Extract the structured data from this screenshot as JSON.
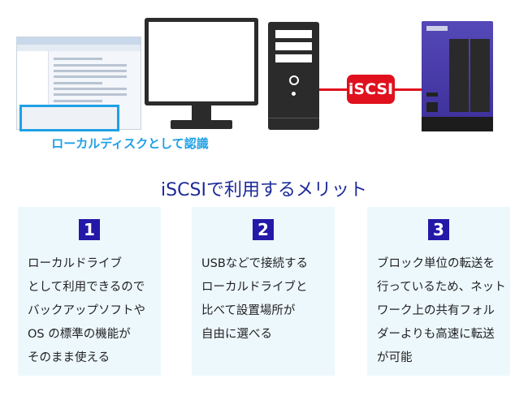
{
  "diagram": {
    "local_disk_caption": "ローカルディスクとして認識",
    "protocol_label": "iSCSI",
    "title": "iSCSIで利用するメリット",
    "benefits": [
      {
        "number": "1",
        "lines": [
          "ローカルドライブ",
          "として利用できるので",
          "バックアップソフトや",
          "OS の標準の機能が",
          "そのまま使える"
        ]
      },
      {
        "number": "2",
        "lines": [
          "USBなどで接続する",
          "ローカルドライブと",
          "比べて設置場所が",
          "自由に選べる"
        ]
      },
      {
        "number": "3",
        "lines": [
          "ブロック単位の転送を",
          "行っているため、ネット",
          "ワーク上の共有フォル",
          "ダーよりも高速に転送",
          "が可能"
        ]
      }
    ]
  },
  "colors": {
    "accent_blue": "#1fa0e6",
    "iscsi_red": "#e0101e",
    "number_navy": "#2318a8",
    "title": "#1c2a9a"
  }
}
